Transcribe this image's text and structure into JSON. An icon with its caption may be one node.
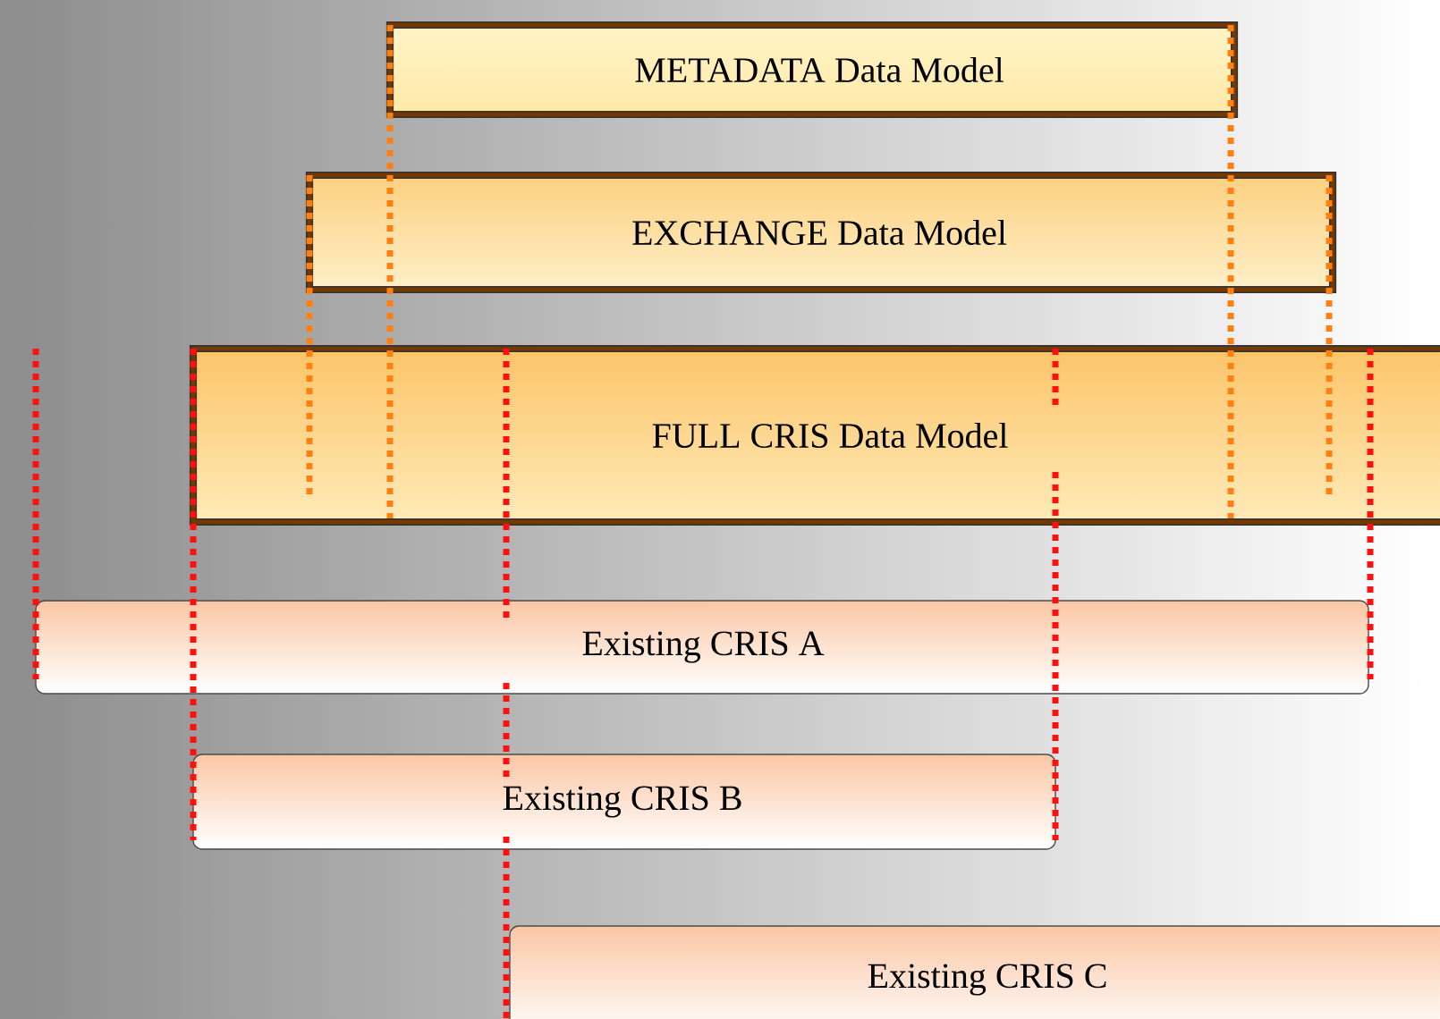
{
  "diagram": {
    "nodes": [
      {
        "text": [
          "METADATA Data Model"
        ]
      },
      {
        "text": [
          "EXCHANGE Data Model"
        ]
      },
      {
        "text": [
          "FULL CRIS Data Model"
        ]
      },
      {
        "text": [
          "Existing CRIS A"
        ]
      },
      {
        "text": [
          "Existing CRIS B"
        ]
      },
      {
        "text": [
          "Existing CRIS C"
        ]
      }
    ]
  }
}
